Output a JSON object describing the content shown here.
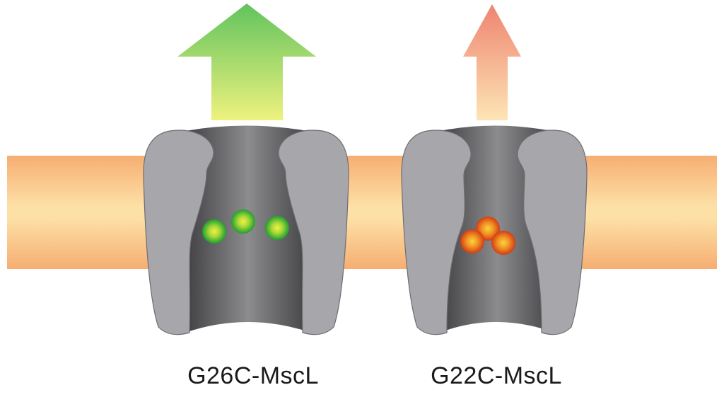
{
  "channels": [
    {
      "label": "G26C-MscL",
      "particle_color": "green",
      "arrow_color": "green"
    },
    {
      "label": "G22C-MscL",
      "particle_color": "orange-red",
      "arrow_color": "salmon"
    }
  ],
  "colors": {
    "membrane_outer": "#f6ae72",
    "membrane_inner": "#fde0a6",
    "channel_body": "#a6a6ab",
    "channel_core_dark": "#3f3f42",
    "channel_core_light": "#8a8a8d",
    "arrow_green_top": "#62c35e",
    "arrow_green_bottom": "#eef27e",
    "arrow_red_top": "#ee8470",
    "arrow_red_bottom": "#fde5b6",
    "particle_green_center": "#e8ef3a",
    "particle_green_edge": "#1f9f2f",
    "particle_red_center": "#f7c938",
    "particle_red_edge": "#d23c14"
  }
}
